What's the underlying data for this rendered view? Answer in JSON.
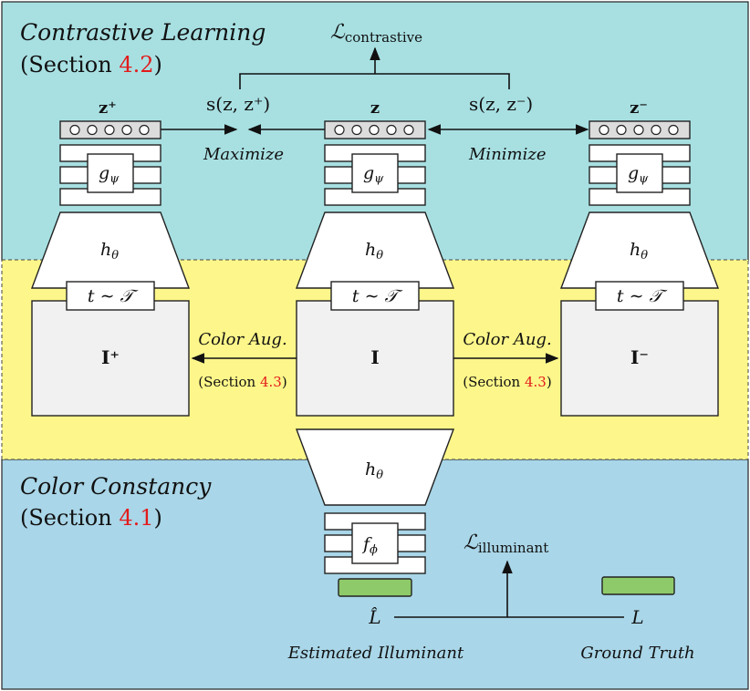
{
  "regions": {
    "contrastive": {
      "title": "Contrastive Learning",
      "section_prefix": "(Section ",
      "section_num": "4.2",
      "section_suffix": ")"
    },
    "color_constancy": {
      "title": "Color Constancy",
      "section_prefix": "(Section ",
      "section_num": "4.1",
      "section_suffix": ")"
    }
  },
  "colors": {
    "top_band": "#a8e0e2",
    "mid_band": "#fdf68a",
    "bottom_band": "#a9d6e8",
    "box_fill": "#f1f1f1",
    "embedding_fill": "#dcdcdc",
    "estimate_fill": "#8fca6a",
    "section_ref": "#e21b1b"
  },
  "loss_contrastive": {
    "symbol": "ℒ",
    "subscript": "contrastive"
  },
  "loss_illuminant": {
    "symbol": "ℒ",
    "subscript": "illuminant"
  },
  "similarity": {
    "positive": "s(z, z⁺)",
    "negative": "s(z, z⁻)",
    "maximize": "Maximize",
    "minimize": "Minimize"
  },
  "branches": {
    "positive": {
      "embedding": "z⁺",
      "projection": "g",
      "projection_sub": "ψ",
      "encoder": "h",
      "encoder_sub": "θ",
      "transform": "t ∼ 𝒯",
      "image": "I⁺"
    },
    "anchor": {
      "embedding": "z",
      "projection": "g",
      "projection_sub": "ψ",
      "encoder": "h",
      "encoder_sub": "θ",
      "transform": "t ∼ 𝒯",
      "image": "I"
    },
    "negative": {
      "embedding": "z⁻",
      "projection": "g",
      "projection_sub": "ψ",
      "encoder": "h",
      "encoder_sub": "θ",
      "transform": "t ∼ 𝒯",
      "image": "I⁻"
    }
  },
  "augmentation": {
    "label": "Color Aug.",
    "section_prefix": "(Section ",
    "section_num": "4.3",
    "section_suffix": ")"
  },
  "color_constancy_branch": {
    "encoder": "h",
    "encoder_sub": "θ",
    "head": "f",
    "head_sub": "ϕ",
    "estimate_symbol": "L̂",
    "truth_symbol": "L",
    "estimate_label": "Estimated Illuminant",
    "truth_label": "Ground Truth"
  }
}
